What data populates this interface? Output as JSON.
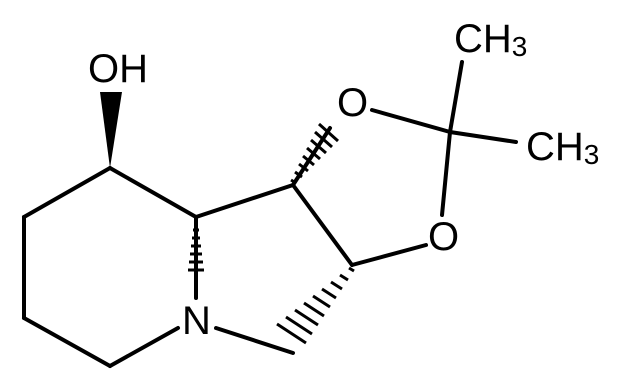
{
  "molecule": {
    "atoms": {
      "hydroxyl": "OH",
      "ring_oxygen_top": "O",
      "ring_oxygen_bottom": "O",
      "nitrogen": "N",
      "methyl_top": {
        "element": "CH",
        "subscript": "3"
      },
      "methyl_right": {
        "element": "CH",
        "subscript": "3"
      }
    },
    "stereo_bonds": {
      "c1_to_oh": "wedge",
      "c8a_to_h": "hash",
      "c8b_to_o": "hash",
      "c3a_to_c": "hash"
    }
  }
}
